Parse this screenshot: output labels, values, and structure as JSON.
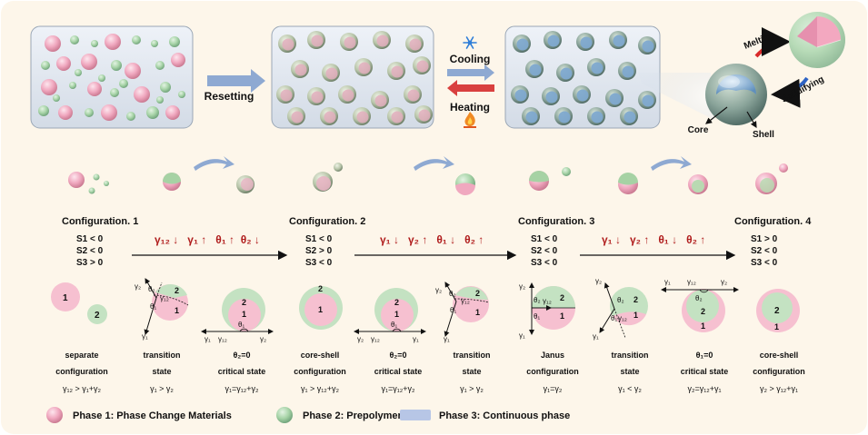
{
  "top": {
    "resetting": "Resetting",
    "cooling": "Cooling",
    "heating": "Heating",
    "melting": "Melting",
    "solidifying": "Solidifying",
    "core": "Core",
    "shell": "Shell"
  },
  "configs": {
    "c1": {
      "title": "Configuration. 1",
      "s1": "S1 < 0",
      "s2": "S2 < 0",
      "s3": "S3 > 0"
    },
    "c2": {
      "title": "Configuration. 2",
      "s1": "S1 < 0",
      "s2": "S2 > 0",
      "s3": "S3 < 0"
    },
    "c3": {
      "title": "Configuration. 3",
      "s1": "S1 < 0",
      "s2": "S2 < 0",
      "s3": "S3 < 0"
    },
    "c4": {
      "title": "Configuration. 4",
      "s1": "S1 > 0",
      "s2": "S2 < 0",
      "s3": "S3 < 0"
    }
  },
  "transitions": {
    "t1": "γ₁₂ ↓   γ₁ ↑   θ₁ ↑  θ₂ ↓",
    "t2": "γ₁ ↓   γ₂ ↑   θ₁ ↓   θ₂ ↑",
    "t3": "γ₁ ↓   γ₂ ↑   θ₁ ↓   θ₂ ↑"
  },
  "states": [
    {
      "l1": "separate",
      "l2": "configuration",
      "eq": "γ₁₂ > γ₁+γ₂"
    },
    {
      "l1": "transition",
      "l2": "state",
      "eq": "γ₁ > γ₂"
    },
    {
      "l1": "θ₂=0",
      "l2": "critical state",
      "eq": "γ₁=γ₁₂+γ₂"
    },
    {
      "l1": "core-shell",
      "l2": "configuration",
      "eq": "γ₁ > γ₁₂+γ₂"
    },
    {
      "l1": "θ₂=0",
      "l2": "critical state",
      "eq": "γ₁=γ₁₂+γ₂"
    },
    {
      "l1": "transition",
      "l2": "state",
      "eq": "γ₁ > γ₂"
    },
    {
      "l1": "Janus",
      "l2": "configuration",
      "eq": "γ₁=γ₂"
    },
    {
      "l1": "transition",
      "l2": "state",
      "eq": "γ₁ < γ₂"
    },
    {
      "l1": "θ₁=0",
      "l2": "critical state",
      "eq": "γ₂=γ₁₂+γ₁"
    },
    {
      "l1": "core-shell",
      "l2": "configuration",
      "eq": "γ₂ > γ₁₂+γ₁"
    }
  ],
  "sym": {
    "one": "1",
    "two": "2",
    "g1": "γ₁",
    "g2": "γ₂",
    "g12": "γ₁₂",
    "th1": "θ₁",
    "th2": "θ₂"
  },
  "legend": {
    "p1": "Phase 1: Phase Change Materials",
    "p2": "Phase 2: Prepolymer",
    "p3": "Phase 3: Continuous phase"
  },
  "colors": {
    "pink": "#f2b8c8",
    "green": "#b6dcb6",
    "blue": "#8fb3d6",
    "background": "#fdf6ea",
    "red": "#b01c1c"
  }
}
